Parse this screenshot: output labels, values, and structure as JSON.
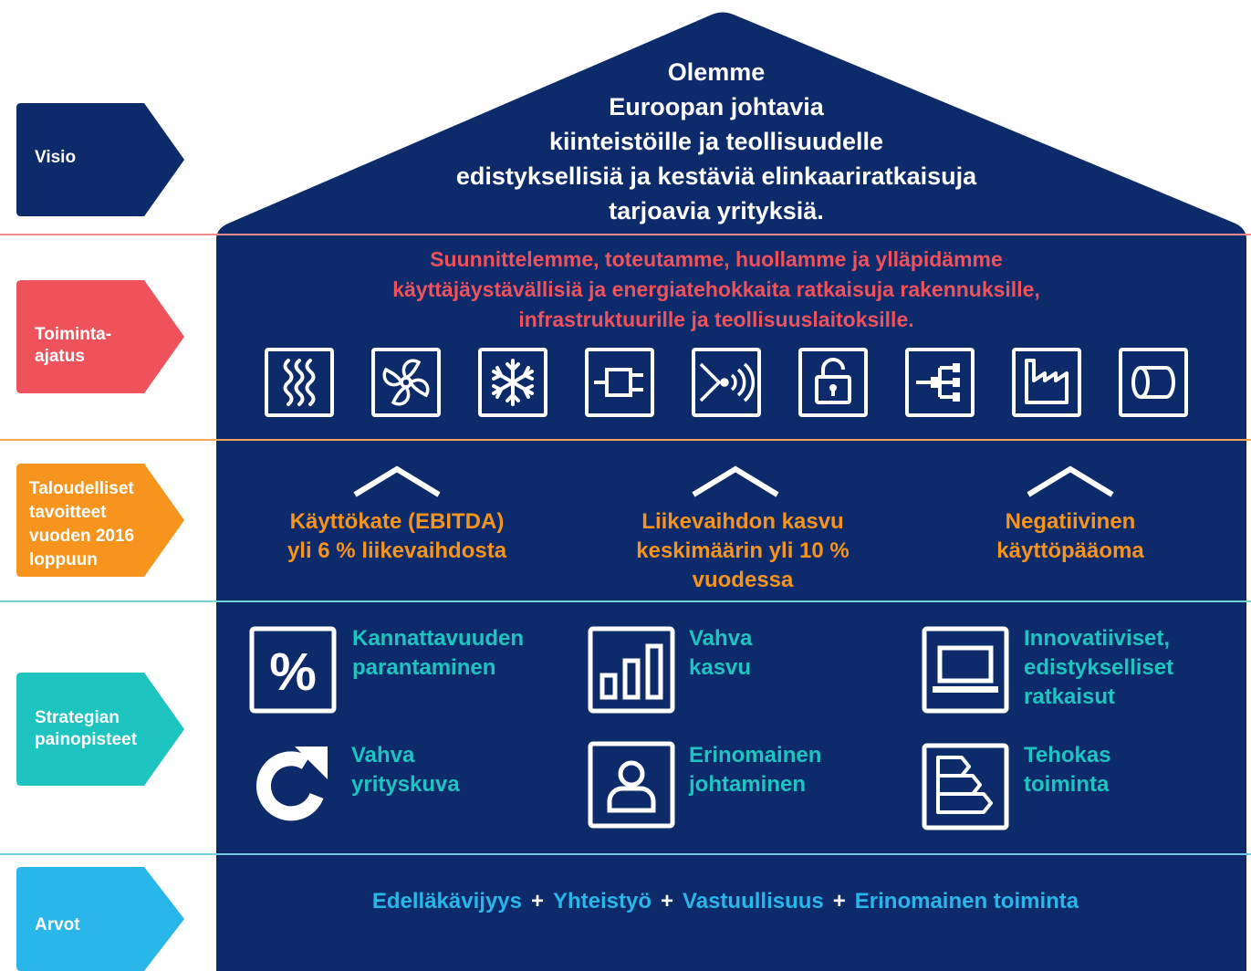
{
  "colors": {
    "navy": "#0d2a6b",
    "vision_tab": "#0d2a6b",
    "mission_tab": "#f0525c",
    "goals_tab": "#f7941d",
    "strategy_tab": "#1ec4c0",
    "values_tab": "#29b6e8"
  },
  "side_labels": {
    "visio": "Visio",
    "toiminta_line1": "Toiminta-",
    "toiminta_line2": "ajatus",
    "talous_line1": "Taloudelliset",
    "talous_line2": "tavoitteet",
    "talous_line3": "vuoden 2016",
    "talous_line4": "loppuun",
    "strategia_line1": "Strategian",
    "strategia_line2": "painopisteet",
    "arvot": "Arvot"
  },
  "vision": {
    "line1": "Olemme",
    "line2": "Euroopan johtavia",
    "line3": "kiinteistöille ja teollisuudelle",
    "line4": "edistyksellisiä ja kestäviä elinkaariratkaisuja",
    "line5": "tarjoavia yrityksiä."
  },
  "mission": {
    "line1": "Suunnittelemme,  toteutamme, huollamme ja ylläpidämme",
    "line2": "käyttäjäystävällisiä ja energiatehokkaita ratkaisuja rakennuksille,",
    "line3": "infrastruktuurille ja teollisuuslaitoksille."
  },
  "service_icons": [
    "heating-icon",
    "ventilation-fan-icon",
    "cooling-snowflake-icon",
    "electrical-plug-icon",
    "wireless-signal-icon",
    "security-lock-icon",
    "network-icon",
    "industry-factory-icon",
    "pipe-icon"
  ],
  "goals": {
    "g1_line1": "Käyttökate (EBITDA)",
    "g1_line2": "yli 6 % liikevaihdosta",
    "g2_line1": "Liikevaihdon kasvu",
    "g2_line2": "keskimäärin yli 10 %",
    "g2_line3": "vuodessa",
    "g3_line1": "Negatiivinen",
    "g3_line2": "käyttöpääoma"
  },
  "strategy": {
    "s1_line1": "Kannattavuuden",
    "s1_line2": "parantaminen",
    "s2_line1": "Vahva",
    "s2_line2": "kasvu",
    "s3_line1": "Innovatiiviset,",
    "s3_line2": "edistykselliset",
    "s3_line3": "ratkaisut",
    "s4_line1": "Vahva",
    "s4_line2": "yrityskuva",
    "s5_line1": "Erinomainen",
    "s5_line2": "johtaminen",
    "s6_line1": "Tehokas",
    "s6_line2": "toiminta",
    "icons": [
      "percent-icon",
      "bar-chart-icon",
      "monitor-icon",
      "refresh-arrow-icon",
      "person-icon",
      "energy-rating-icon"
    ]
  },
  "values": {
    "v1": "Edelläkävijyys",
    "v2": "Yhteistyö",
    "v3": "Vastuullisuus",
    "v4": "Erinomainen toiminta",
    "sep": "+"
  }
}
